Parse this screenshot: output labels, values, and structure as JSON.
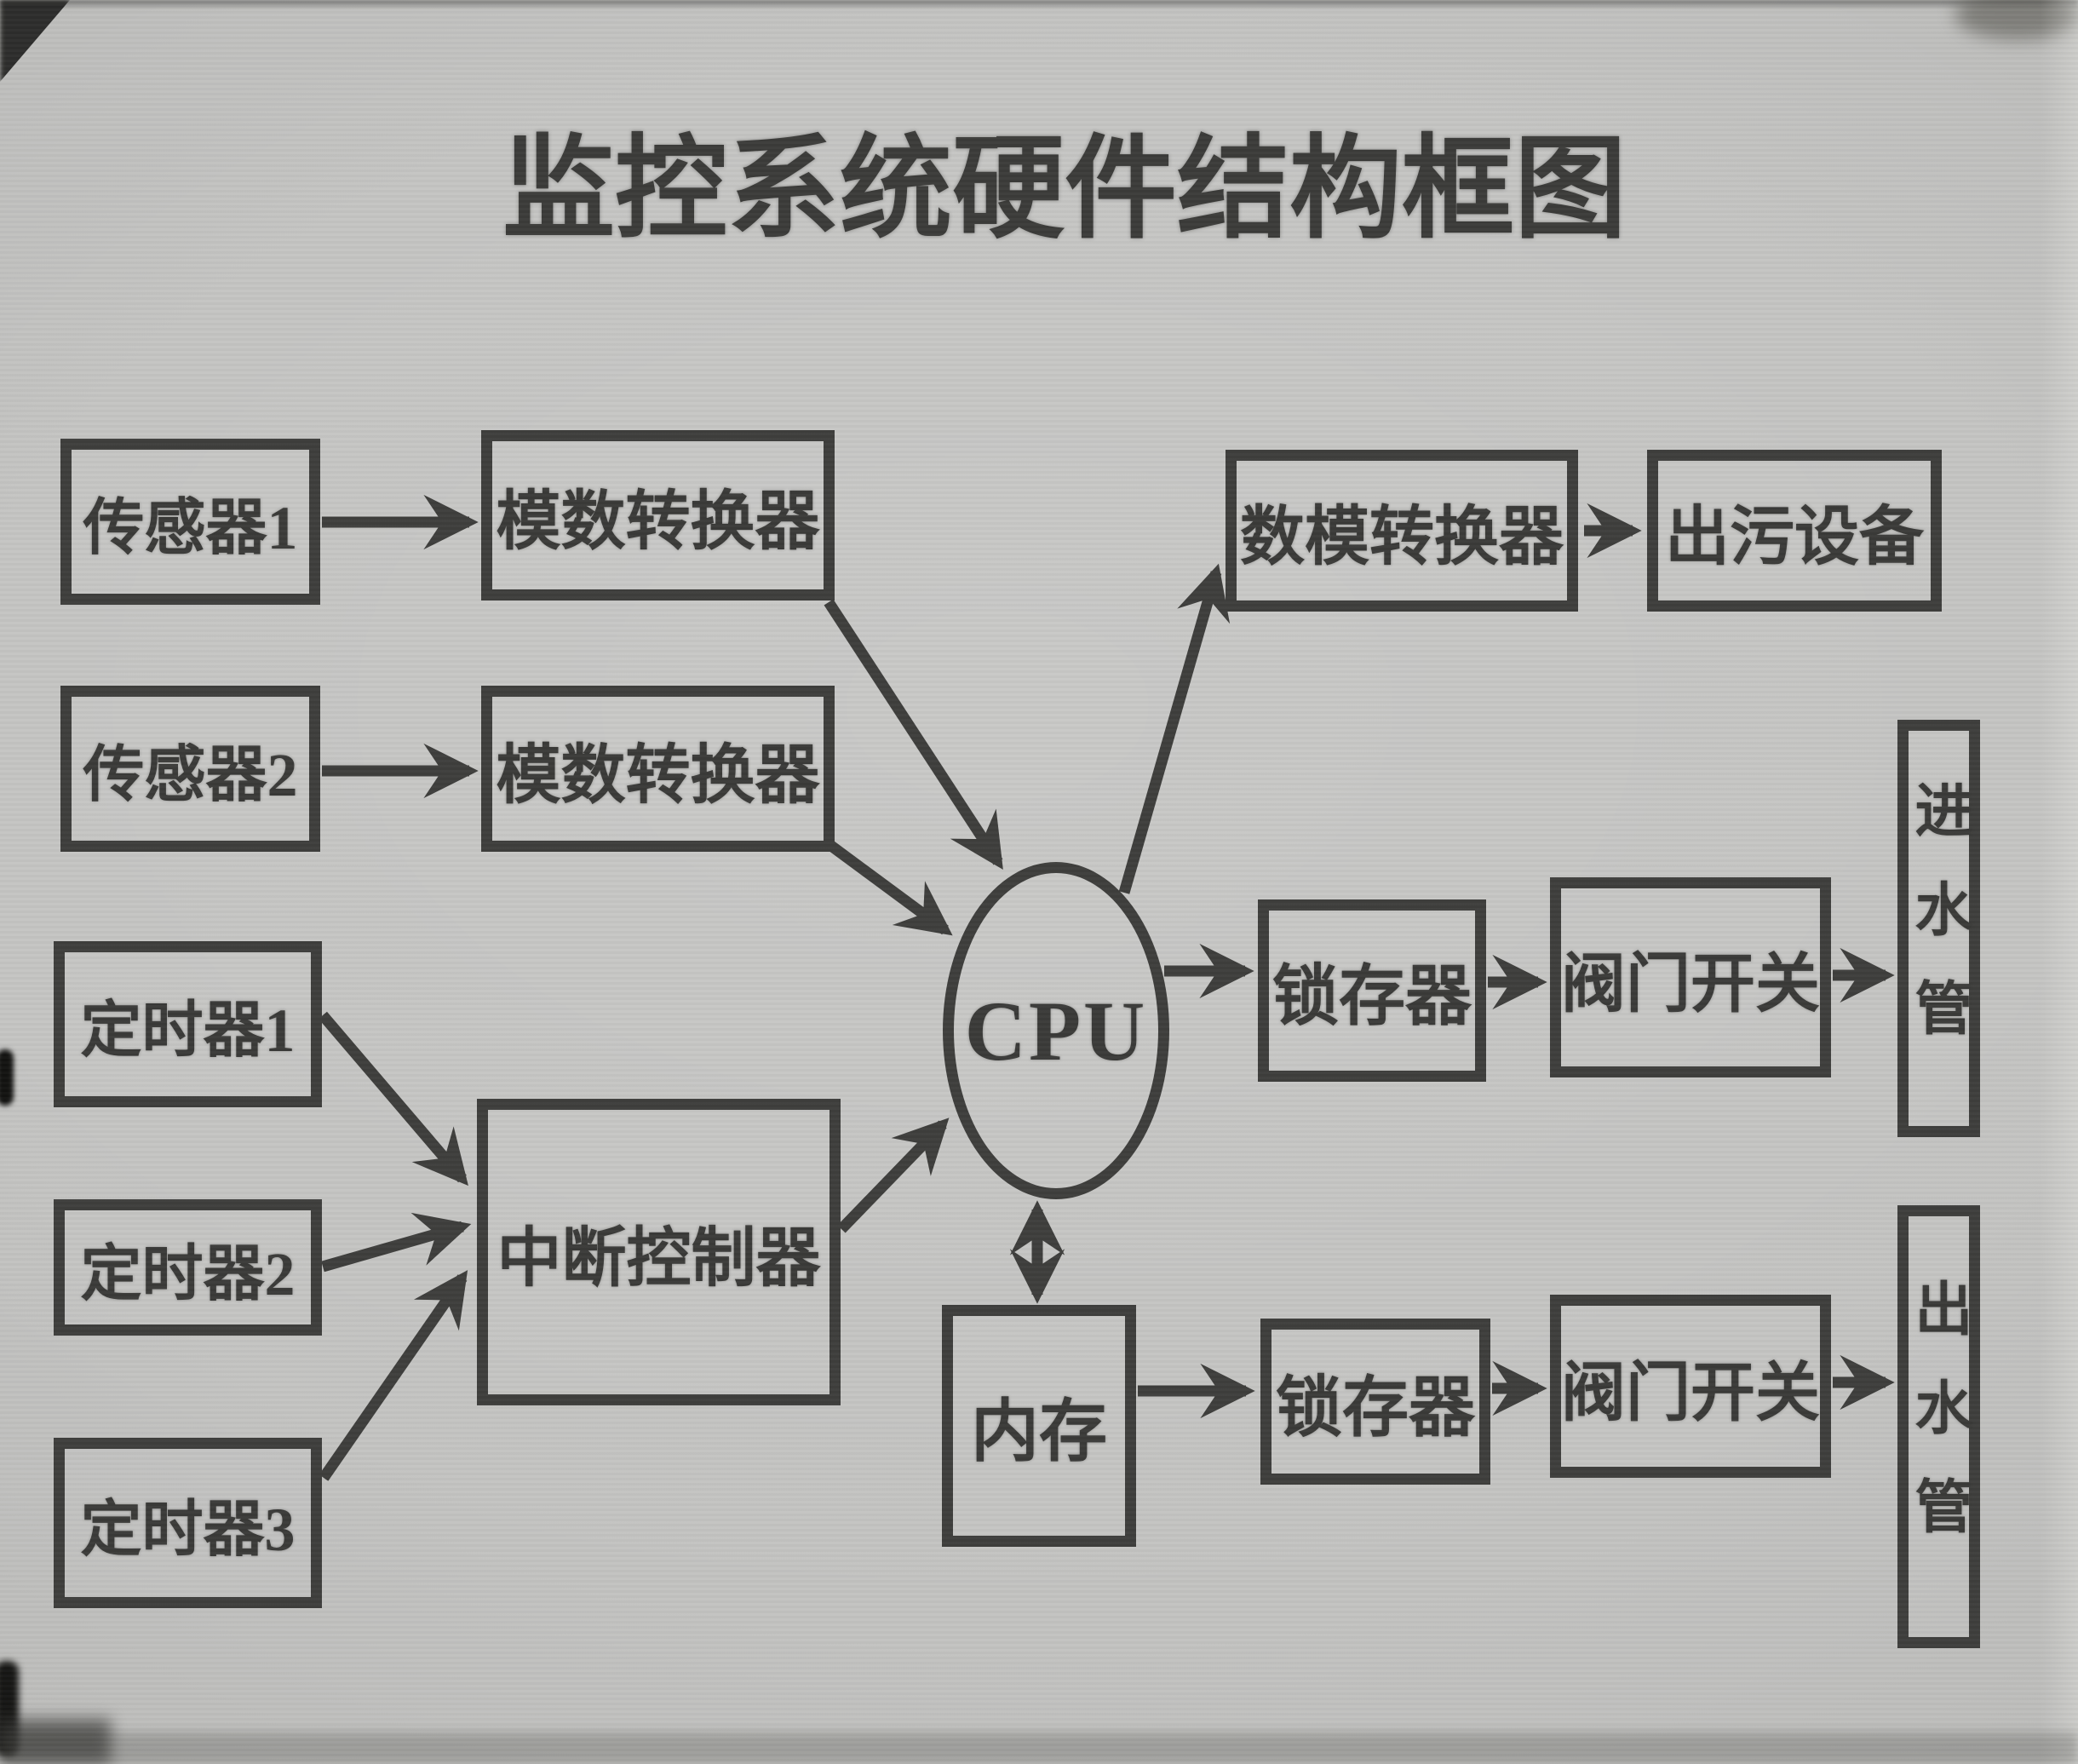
{
  "title": "监控系统硬件结构框图",
  "colors": {
    "ink": "#3e3e3c",
    "background": "#b9b9b7"
  },
  "nodes": {
    "sensor1": {
      "label": "传感器1"
    },
    "sensor2": {
      "label": "传感器2"
    },
    "timer1": {
      "label": "定时器1"
    },
    "timer2": {
      "label": "定时器2"
    },
    "timer3": {
      "label": "定时器3"
    },
    "adc1": {
      "label": "模数转换器"
    },
    "adc2": {
      "label": "模数转换器"
    },
    "interrupt_controller": {
      "label": "中断控制器"
    },
    "cpu": {
      "label": "CPU"
    },
    "dac": {
      "label": "数模转换器"
    },
    "sewage_device": {
      "label": "出污设备"
    },
    "latch_top": {
      "label": "锁存器"
    },
    "valve_top": {
      "label": "阀门开关"
    },
    "inlet_pipe": {
      "label": "进水管"
    },
    "memory": {
      "label": "内存"
    },
    "latch_bottom": {
      "label": "锁存器"
    },
    "valve_bottom": {
      "label": "阀门开关"
    },
    "outlet_pipe": {
      "label": "出水管"
    }
  },
  "edges": [
    {
      "from": "sensor1",
      "to": "adc1"
    },
    {
      "from": "sensor2",
      "to": "adc2"
    },
    {
      "from": "adc1",
      "to": "cpu"
    },
    {
      "from": "adc2",
      "to": "cpu"
    },
    {
      "from": "timer1",
      "to": "interrupt_controller"
    },
    {
      "from": "timer2",
      "to": "interrupt_controller"
    },
    {
      "from": "timer3",
      "to": "interrupt_controller"
    },
    {
      "from": "interrupt_controller",
      "to": "cpu"
    },
    {
      "from": "cpu",
      "to": "dac"
    },
    {
      "from": "dac",
      "to": "sewage_device"
    },
    {
      "from": "cpu",
      "to": "latch_top"
    },
    {
      "from": "latch_top",
      "to": "valve_top"
    },
    {
      "from": "valve_top",
      "to": "inlet_pipe"
    },
    {
      "from": "cpu",
      "to": "memory",
      "bidirectional": true
    },
    {
      "from": "memory",
      "to": "latch_bottom"
    },
    {
      "from": "latch_bottom",
      "to": "valve_bottom"
    },
    {
      "from": "valve_bottom",
      "to": "outlet_pipe"
    }
  ]
}
